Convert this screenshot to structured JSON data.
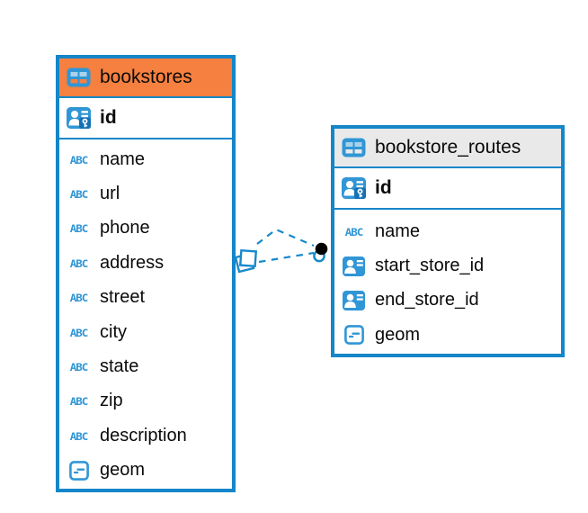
{
  "app": {
    "type": "database-er-diagram"
  },
  "colors": {
    "border_blue": "#1486c9",
    "icon_blue": "#3096d6",
    "icon_blue_dark": "#1571b5",
    "icon_cell_light": "#a8d2ec",
    "header_orange": "#f5803f",
    "header_gray": "#e9e9e9",
    "relation_blue": "#1789cb",
    "text_black": "#0a0a0a"
  },
  "icons": {
    "text_column_glyph": "ABC"
  },
  "tables": [
    {
      "name": "bookstores",
      "header_color": "#f5803f",
      "primary_key": {
        "label": "id",
        "icon": "primary-key-icon"
      },
      "columns": [
        {
          "label": "name",
          "type": "text"
        },
        {
          "label": "url",
          "type": "text"
        },
        {
          "label": "phone",
          "type": "text"
        },
        {
          "label": "address",
          "type": "text"
        },
        {
          "label": "street",
          "type": "text"
        },
        {
          "label": "city",
          "type": "text"
        },
        {
          "label": "state",
          "type": "text"
        },
        {
          "label": "zip",
          "type": "text"
        },
        {
          "label": "description",
          "type": "text"
        },
        {
          "label": "geom",
          "type": "geometry"
        }
      ]
    },
    {
      "name": "bookstore_routes",
      "header_color": "#e9e9e9",
      "primary_key": {
        "label": "id",
        "icon": "primary-key-icon"
      },
      "columns": [
        {
          "label": "name",
          "type": "text"
        },
        {
          "label": "start_store_id",
          "type": "foreign-key"
        },
        {
          "label": "end_store_id",
          "type": "foreign-key"
        },
        {
          "label": "geom",
          "type": "geometry"
        }
      ]
    }
  ],
  "relations": [
    {
      "from_table": "bookstore_routes",
      "to_table": "bookstores",
      "line_style": "dashed"
    },
    {
      "from_table": "bookstore_routes",
      "to_table": "bookstores",
      "line_style": "dashed"
    }
  ]
}
